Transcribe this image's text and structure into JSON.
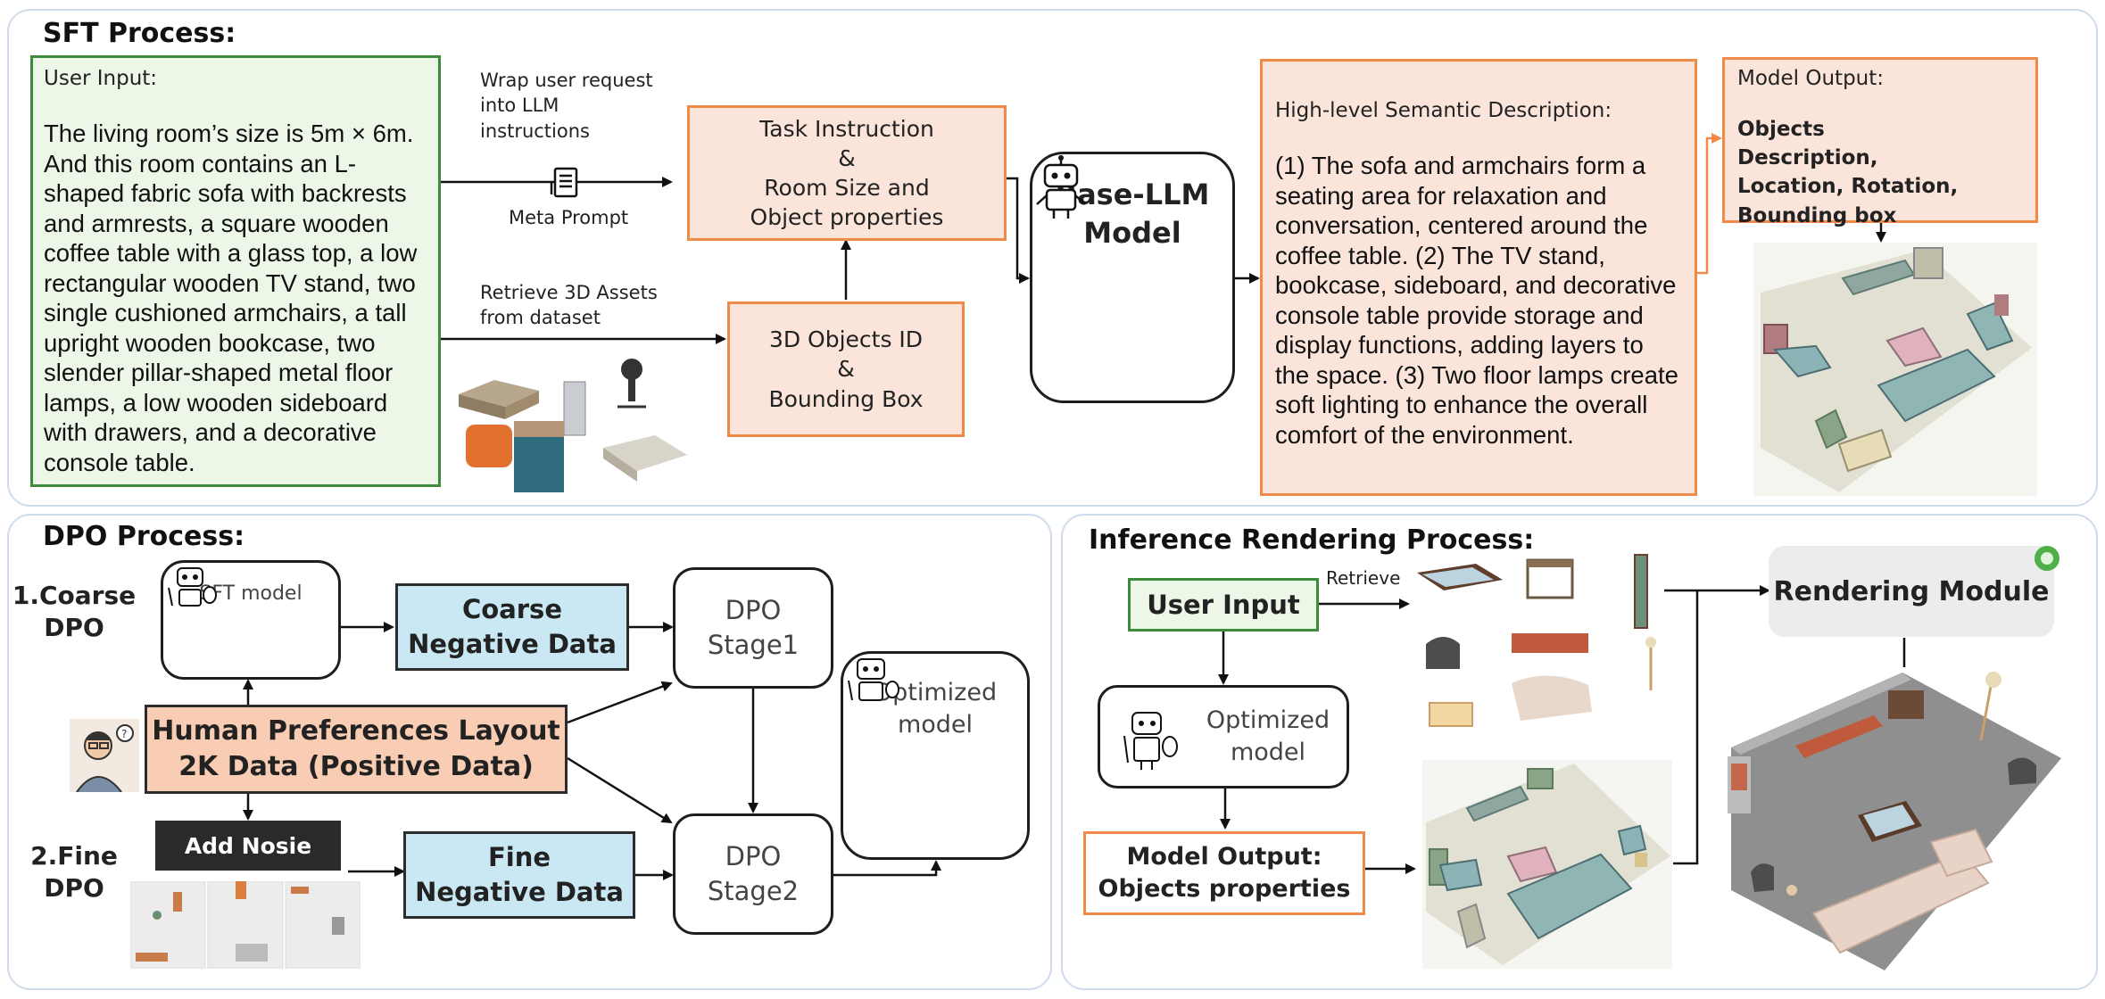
{
  "sft": {
    "title": "SFT Process:",
    "user_input_title": "User Input:",
    "user_input_text": "The living room’s size is 5m × 6m. And this room contains an L-shaped fabric sofa with backrests and armrests, a square wooden coffee table with a glass top, a low rectangular wooden TV stand, two single cushioned armchairs, a tall upright wooden bookcase, two slender pillar-shaped metal floor lamps, a low wooden sideboard with drawers, and a decorative console table.",
    "wrap_label": "Wrap user request into LLM instructions",
    "meta_prompt_label": "Meta Prompt",
    "retrieve_label": "Retrieve 3D Assets from dataset",
    "task_box": {
      "line1": "Task Instruction",
      "line2": "&",
      "line3": "Room Size and",
      "line4": "Object properties"
    },
    "objects_box": {
      "line1": "3D Objects ID",
      "line2": "&",
      "line3": "Bounding Box"
    },
    "llm_box": {
      "line1": "Base-LLM",
      "line2": "Model"
    },
    "semantic_title": "High-level Semantic Description:",
    "semantic_text": "(1) The sofa and armchairs form a seating area for relaxation and conversation, centered around the coffee table. (2) The TV stand, bookcase, sideboard, and decorative console table provide storage and display functions, adding layers to the space. (3) Two floor lamps create soft lighting to enhance the overall comfort of the environment.",
    "output_title": "Model Output:",
    "output_text": "Objects Description, Location, Rotation, Bounding box"
  },
  "dpo": {
    "title": "DPO Process:",
    "coarse_label": {
      "line1": "1.Coarse",
      "line2": "DPO"
    },
    "fine_label": {
      "line1": "2.Fine",
      "line2": "DPO"
    },
    "sft_model_label": "SFT model",
    "coarse_neg": {
      "line1": "Coarse",
      "line2": "Negative Data"
    },
    "stage1": {
      "line1": "DPO",
      "line2": "Stage1"
    },
    "stage2": {
      "line1": "DPO",
      "line2": "Stage2"
    },
    "human_pref": {
      "line1": "Human Preferences Layout",
      "line2": "2K Data (Positive Data)"
    },
    "add_noise": "Add Nosie",
    "fine_neg": {
      "line1": "Fine",
      "line2": "Negative Data"
    },
    "optimized": {
      "line1": "Optimized",
      "line2": "model"
    }
  },
  "inference": {
    "title": "Inference Rendering Process:",
    "user_input": "User Input",
    "retrieve": "Retrieve",
    "rendering_module": "Rendering Module",
    "optimized": {
      "line1": "Optimized",
      "line2": "model"
    },
    "model_output": {
      "line1": "Model Output:",
      "line2": "Objects properties"
    }
  },
  "colors": {
    "green_border": "#3d8b3d",
    "orange_border": "#ef8a49",
    "orange_fill": "#fbe5db",
    "blue_fill": "#c9e8f4",
    "salmon_fill": "#f8cdb4",
    "panel_border": "#cfdcec"
  },
  "icons": [
    "document-icon",
    "robot-icon",
    "painter-robot-icon",
    "person-icon",
    "furniture-thumbnail",
    "room-layout-thumbnail",
    "rendered-room-thumbnail"
  ]
}
